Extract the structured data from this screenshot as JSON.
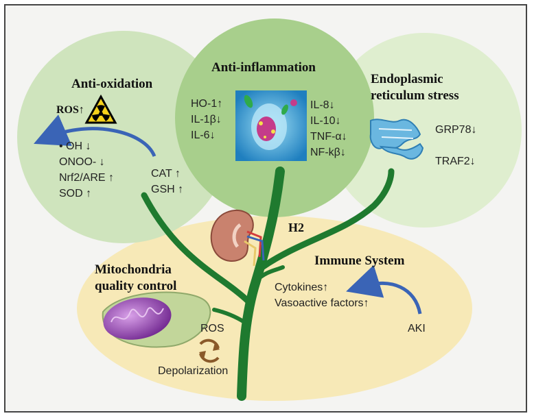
{
  "center": {
    "label": "H2"
  },
  "anti_oxidation": {
    "title": "Anti-oxidation",
    "ros": "ROS↑",
    "left_items": [
      "• OH ↓",
      "ONOO- ↓",
      "Nrf2/ARE ↑",
      "SOD ↑"
    ],
    "right_items": [
      "CAT ↑",
      "GSH ↑"
    ],
    "icon": "radiation-icon"
  },
  "anti_inflammation": {
    "title": "Anti-inflammation",
    "left_items": [
      "HO-1↑",
      "IL-1β↓",
      "IL-6↓"
    ],
    "right_items": [
      "IL-8↓",
      "IL-10↓",
      "TNF-α↓",
      "NF-kβ↓"
    ],
    "icon": "immune-cell-image"
  },
  "er_stress": {
    "title_line1": "Endoplasmic",
    "title_line2": "reticulum stress",
    "items": [
      "GRP78↓",
      "TRAF2↓"
    ],
    "icon": "endoplasmic-reticulum-icon"
  },
  "mitochondria": {
    "title_line1": "Mitochondria",
    "title_line2": "quality control",
    "ros": "ROS",
    "depolarization": "Depolarization",
    "icon": "mitochondrion-icon"
  },
  "immune_system": {
    "title": "Immune System",
    "items": [
      "Cytokines↑",
      "Vasoactive factors↑"
    ],
    "aki": "AKI"
  },
  "colors": {
    "green_circle": "#a8cf8c",
    "light_green_circle": "#cfe4bd",
    "pale_green_circle": "#dfeecf",
    "cream_ellipse": "#f7e9b7",
    "tree_green": "#1f7a2f",
    "arrow_blue": "#3a64b6"
  }
}
